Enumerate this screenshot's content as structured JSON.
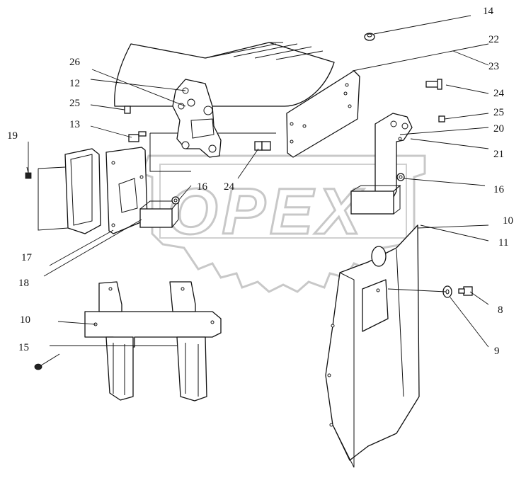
{
  "watermark": {
    "text": "OPEX"
  },
  "callouts": [
    {
      "id": "c14a",
      "label": "14"
    },
    {
      "id": "c22",
      "label": "22"
    },
    {
      "id": "c23",
      "label": "23"
    },
    {
      "id": "c26",
      "label": "26"
    },
    {
      "id": "c12",
      "label": "12"
    },
    {
      "id": "c25a",
      "label": "25"
    },
    {
      "id": "c24a",
      "label": "24"
    },
    {
      "id": "c25b",
      "label": "25"
    },
    {
      "id": "c13",
      "label": "13"
    },
    {
      "id": "c20",
      "label": "20"
    },
    {
      "id": "c21",
      "label": "21"
    },
    {
      "id": "c19",
      "label": "19"
    },
    {
      "id": "c16a",
      "label": "16"
    },
    {
      "id": "c24b",
      "label": "24"
    },
    {
      "id": "c16b",
      "label": "16"
    },
    {
      "id": "c10a",
      "label": "10"
    },
    {
      "id": "c11",
      "label": "11"
    },
    {
      "id": "c17",
      "label": "17"
    },
    {
      "id": "c18",
      "label": "18"
    },
    {
      "id": "c8",
      "label": "8"
    },
    {
      "id": "c10b",
      "label": "10"
    },
    {
      "id": "c9",
      "label": "9"
    },
    {
      "id": "c15",
      "label": "15"
    }
  ]
}
